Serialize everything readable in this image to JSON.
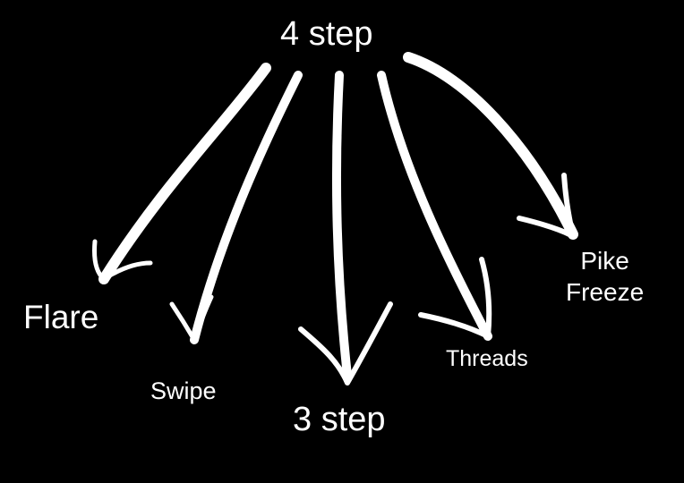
{
  "root": {
    "label": "4 step"
  },
  "branches": [
    {
      "id": "flare",
      "lines": [
        "Flare"
      ]
    },
    {
      "id": "swipe",
      "lines": [
        "Swipe"
      ]
    },
    {
      "id": "3step",
      "lines": [
        "3 step"
      ]
    },
    {
      "id": "threads",
      "lines": [
        "Threads"
      ]
    },
    {
      "id": "pike",
      "lines": [
        "Pike",
        "Freeze"
      ]
    }
  ],
  "colors": {
    "background": "#000000",
    "ink": "#ffffff"
  }
}
